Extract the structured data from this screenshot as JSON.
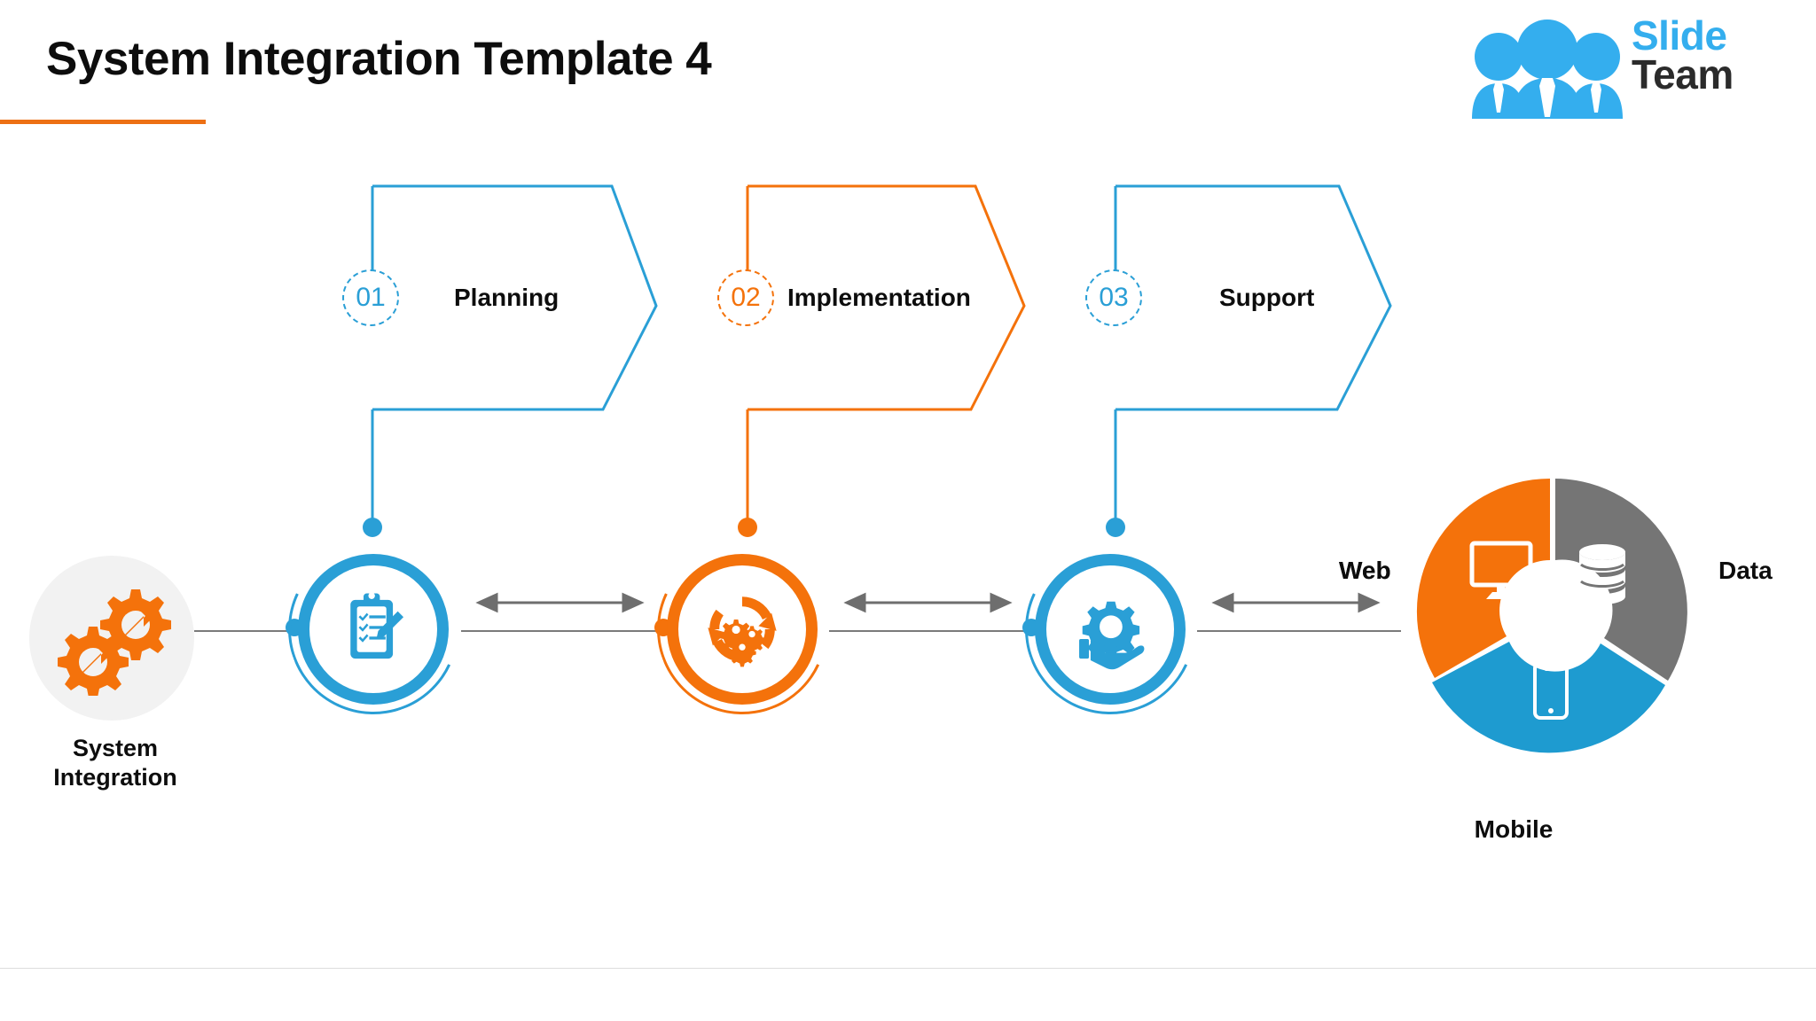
{
  "slide": {
    "title": "System Integration Template 4",
    "accent_orange": "#F4720B",
    "accent_blue": "#2A9FD6",
    "accent_gray": "#757575",
    "title_rule_color": "#ED7014"
  },
  "logo": {
    "word_one": "Slide",
    "word_two": "Team",
    "mark_icon": "people-group-icon",
    "blue": "#34AEEE",
    "dark": "#2B2B2B"
  },
  "steps": [
    {
      "number": "01",
      "label": "Planning",
      "color": "#2A9FD6",
      "icon": "clipboard-checklist-pencil-icon"
    },
    {
      "number": "02",
      "label": "Implementation",
      "color": "#F4720B",
      "icon": "gears-refresh-cycle-icon"
    },
    {
      "number": "03",
      "label": "Support",
      "color": "#2A9FD6",
      "icon": "hand-holding-gear-icon"
    }
  ],
  "source": {
    "label_line_one": "System",
    "label_line_two": "Integration",
    "icon": "two-gears-arrows-icon",
    "bg": "#F2F2F2",
    "icon_color": "#F4720B"
  },
  "connector_labels": {
    "web": "Web"
  },
  "chart_data": {
    "type": "pie",
    "title": "",
    "subtype": "donut",
    "categories": [
      "Web",
      "Data",
      "Mobile"
    ],
    "values": [
      33.3,
      33.3,
      33.3
    ],
    "colors": [
      "#F4720B",
      "#757575",
      "#1E9BD0"
    ],
    "icons": [
      "monitor-icon",
      "database-icon",
      "smartphone-icon"
    ],
    "label_positions": [
      "left",
      "right",
      "bottom"
    ],
    "inner_radius_ratio": 0.44,
    "start_angle_deg": 0,
    "legend": "outside-labels",
    "grid": false
  }
}
